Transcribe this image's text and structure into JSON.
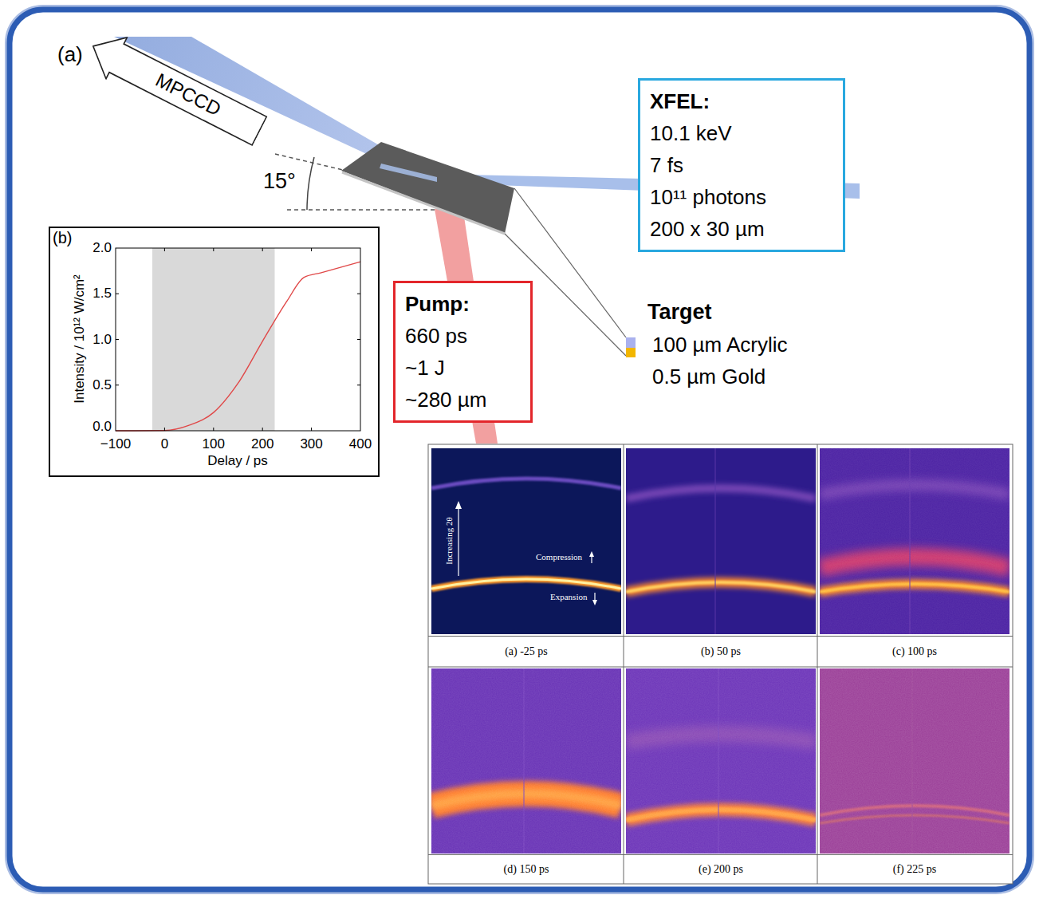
{
  "diagram": {
    "nodes": [
      {
        "text": [
          "MPCCD"
        ]
      },
      {
        "text": [
          "XFEL:",
          "10.1 keV",
          "7 fs",
          "10¹¹ photons",
          "200 x 30 µm"
        ]
      },
      {
        "text": [
          "Pump:",
          "660 ps",
          "~1 J",
          "~280 µm"
        ]
      }
    ],
    "labels": [
      "(a)",
      "15°",
      "Target",
      "(b)",
      "2.0",
      "1.5",
      "1.0",
      "0.5",
      "0.0",
      "−100",
      "0",
      "100",
      "200",
      "300",
      "400",
      "Intensity / 10¹² W/cm²",
      "Delay / ps",
      "Increasing 2θ",
      "Compression",
      "Expansion",
      "(a) -25 ps",
      "(b) 50 ps",
      "(c) 100 ps",
      "(d) 150 ps",
      "(e) 200 ps",
      "(f) 225 ps"
    ],
    "legend": [
      {
        "text": "100 µm Acrylic",
        "color": "#aab1ee"
      },
      {
        "text": "0.5 µm Gold",
        "color": "#f2b600"
      }
    ]
  }
}
